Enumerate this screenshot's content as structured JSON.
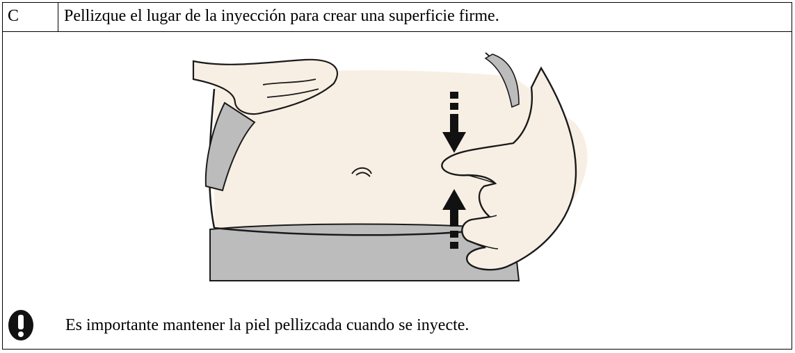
{
  "step": {
    "letter": "C",
    "instruction": "Pellizque el lugar de la inyección para crear una superficie firme."
  },
  "illustration": {
    "depicts": "pinch-abdomen-skin",
    "arrows": [
      "down-arrow",
      "up-arrow"
    ]
  },
  "warning": {
    "icon": "exclamation-icon",
    "text": "Es importante mantener la piel pellizcada cuando se inyecte."
  },
  "colors": {
    "skin": "#f8efe4",
    "clothing": "#bdbdbd",
    "outline": "#1a1a1a",
    "icon_fill": "#111111"
  }
}
